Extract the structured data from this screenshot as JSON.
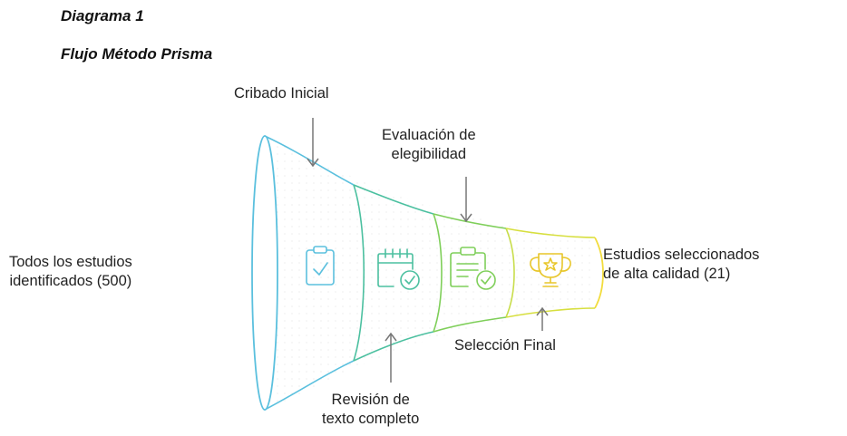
{
  "header": {
    "diagram_number": "Diagrama 1",
    "diagram_title": "Flujo Método Prisma"
  },
  "stages": [
    {
      "label": "Todos los estudios identificados (500)",
      "line1": "Todos los estudios",
      "line2": "identificados (500)",
      "icon": "clipboard-check-icon",
      "color": "#5bc0de"
    },
    {
      "label": "Cribado Inicial",
      "line1": "Cribado Inicial",
      "icon": "calendar-check-icon",
      "color": "#4cc0a0"
    },
    {
      "label": "Revisión de texto completo",
      "line1": "Revisión de",
      "line2": "texto completo",
      "icon": "clipboard-list-check-icon",
      "color": "#7fcf5a"
    },
    {
      "label": "Evaluación de elegibilidad",
      "line1": "Evaluación de",
      "line2": "elegibilidad",
      "icon": "trophy-star-icon",
      "color": "#c8dd4a"
    },
    {
      "label": "Selección Final",
      "line1": "Selección Final",
      "color": "#f2dc3c"
    },
    {
      "label": "Estudios seleccionados de alta calidad (21)",
      "line1": "Estudios seleccionados",
      "line2": "de alta calidad (21)"
    }
  ]
}
